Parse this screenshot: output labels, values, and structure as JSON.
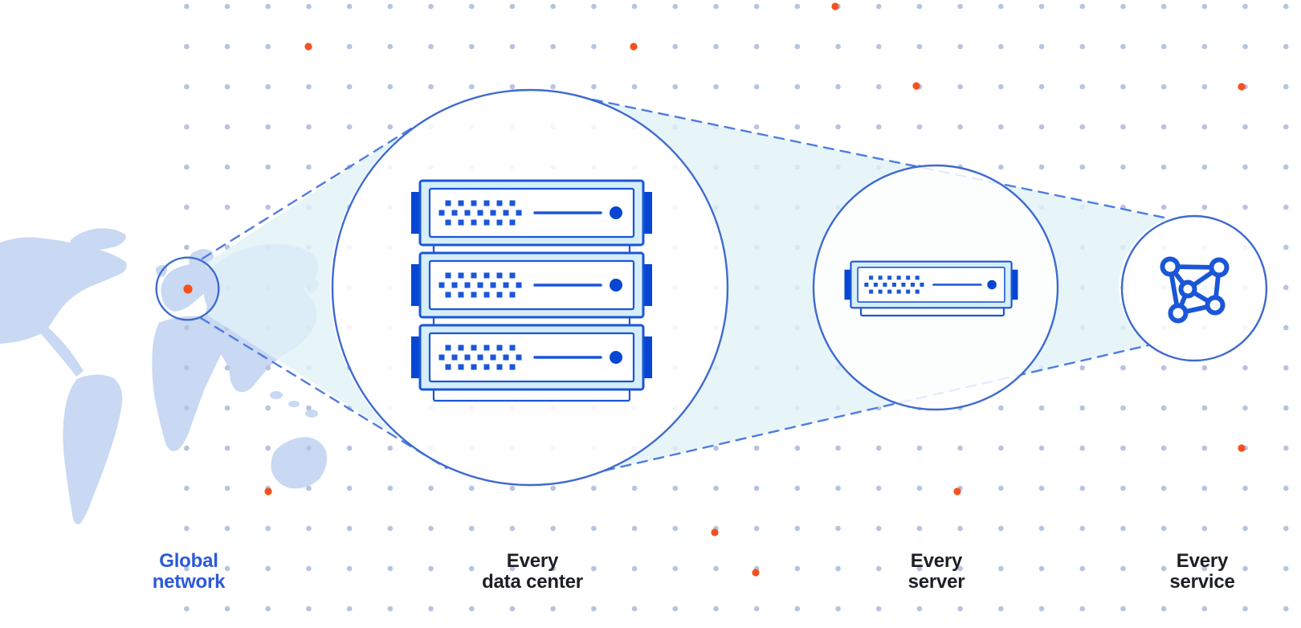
{
  "diagram": {
    "stages": [
      {
        "name": "global-network",
        "label": [
          "Global",
          "network"
        ],
        "icon": "world-map-highlight",
        "emphasis": "blue"
      },
      {
        "name": "every-data-center",
        "label": [
          "Every",
          "data center"
        ],
        "icon": "server-rack",
        "emphasis": "dark"
      },
      {
        "name": "every-server",
        "label": [
          "Every",
          "server"
        ],
        "icon": "server-unit",
        "emphasis": "dark"
      },
      {
        "name": "every-service",
        "label": [
          "Every",
          "service"
        ],
        "icon": "network-mesh",
        "emphasis": "dark"
      }
    ]
  },
  "colors": {
    "background": "#ffffff",
    "grid_dot": "#b7c3e0",
    "accent_orange": "#f4511e",
    "map_land": "#c9d8f3",
    "beam_fill": "#e1f2f8",
    "circle_stroke": "#3e6ad0",
    "dashed_stroke": "#4f7ce0",
    "server_blue": "#1a56d8",
    "server_dark_blue": "#0646d3",
    "server_light_fill": "#d6eef8",
    "label_dark": "#1d1f25",
    "label_blue": "#2b59d7"
  }
}
